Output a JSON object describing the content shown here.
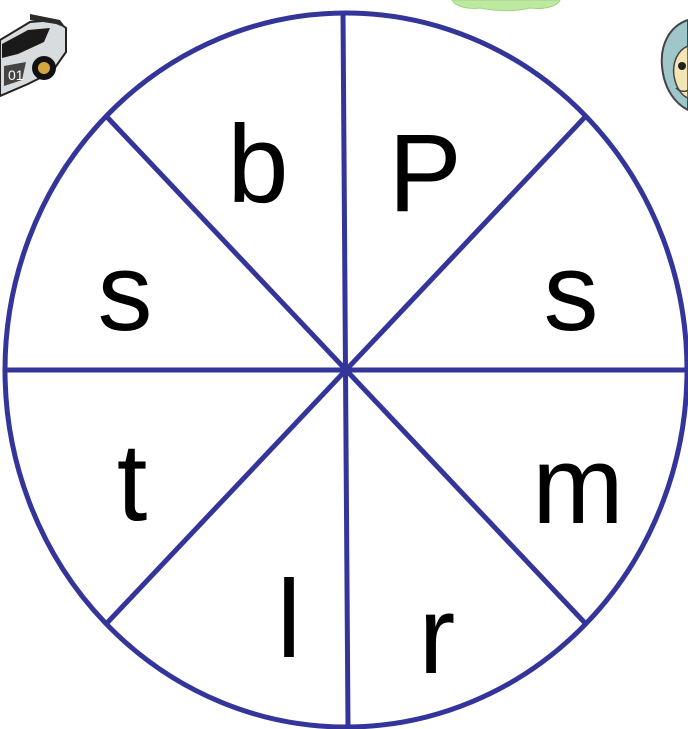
{
  "wheel": {
    "segments": [
      {
        "letter": "b"
      },
      {
        "letter": "P"
      },
      {
        "letter": "s"
      },
      {
        "letter": "m"
      },
      {
        "letter": "r"
      },
      {
        "letter": "l"
      },
      {
        "letter": "t"
      },
      {
        "letter": "s"
      }
    ],
    "line_color": "#33359A"
  },
  "decorations": {
    "car_icon": "race-car-icon",
    "cartoon_icon": "cartoon-character-icon",
    "blob_icon": "green-blob-icon"
  }
}
